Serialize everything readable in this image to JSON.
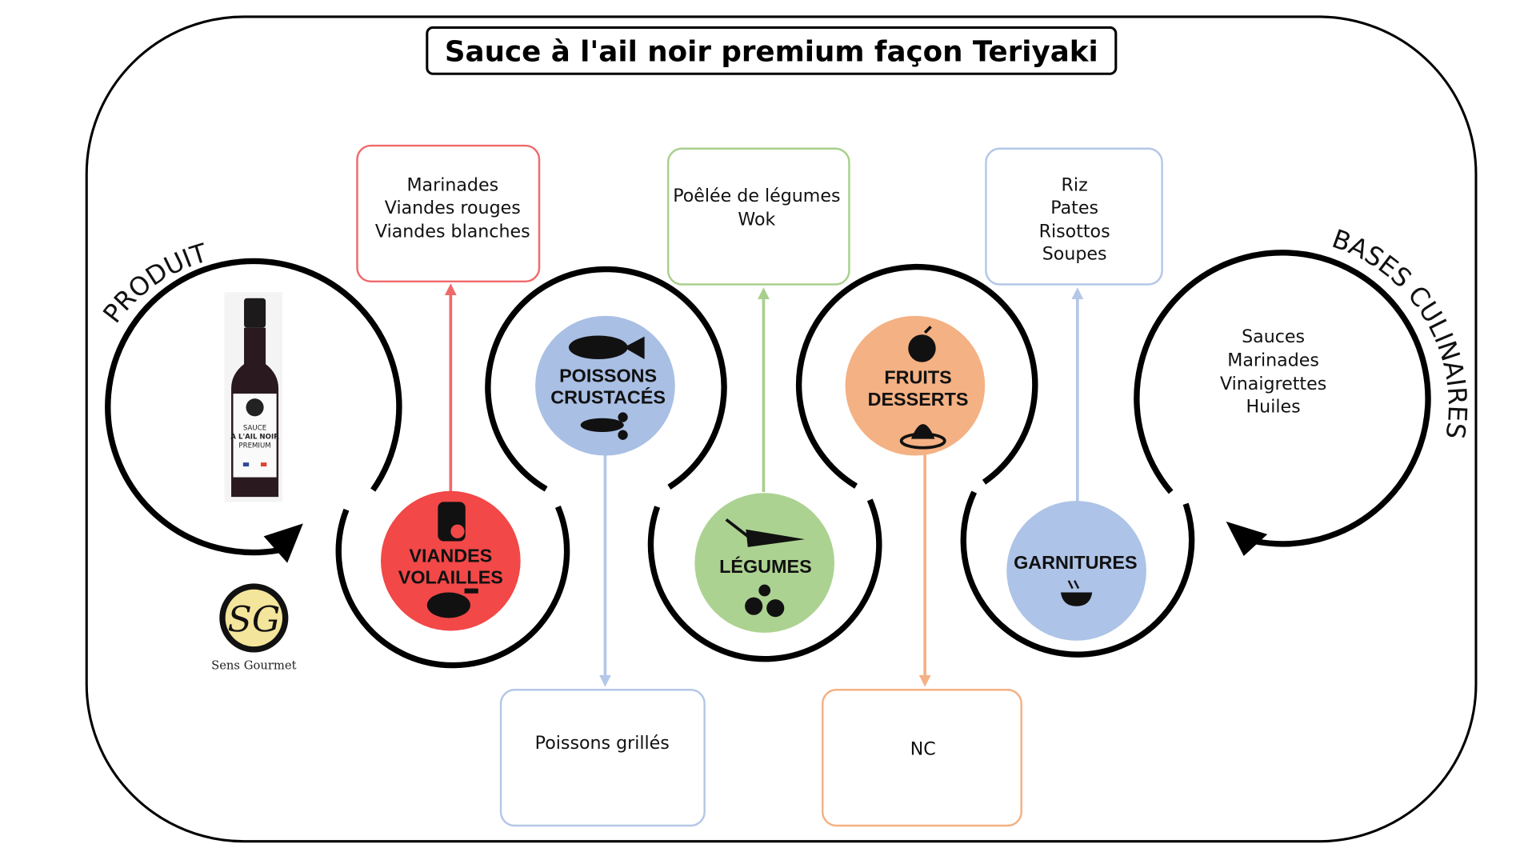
{
  "title": "Sauce à l'ail noir premium façon Teriyaki",
  "left_label": "PRODUIT",
  "right_label": "BASES CULINAIRES",
  "product": {
    "bottle_label": [
      "SAUCE",
      "À L'AIL NOIR",
      "PREMIUM"
    ],
    "brand": "Sens Gourmet",
    "brand_monogram": "SG"
  },
  "categories": [
    {
      "id": "viandes",
      "lines": [
        "VIANDES",
        "VOLAILLES"
      ],
      "color": "#f24848",
      "uses": [
        "Marinades",
        "Viandes rouges",
        "Viandes blanches"
      ],
      "icon": "meat-poultry-icon"
    },
    {
      "id": "poissons",
      "lines": [
        "POISSONS",
        "CRUSTACÉS"
      ],
      "color": "#a9bfe4",
      "uses": [
        "Poissons grillés"
      ],
      "icon": "fish-lobster-icon"
    },
    {
      "id": "legumes",
      "lines": [
        "LÉGUMES"
      ],
      "color": "#acd291",
      "uses": [
        "Poêlée de légumes",
        "Wok"
      ],
      "icon": "carrot-radish-icon"
    },
    {
      "id": "fruits",
      "lines": [
        "FRUITS",
        "DESSERTS"
      ],
      "color": "#f4b183",
      "uses": [
        "NC"
      ],
      "icon": "apple-pudding-icon"
    },
    {
      "id": "garnitures",
      "lines": [
        "GARNITURES"
      ],
      "color": "#adc3e7",
      "uses": [
        "Riz",
        "Pates",
        "Risottos",
        "Soupes"
      ],
      "icon": "bowl-icon"
    }
  ],
  "bases_culinaires": [
    "Sauces",
    "Marinades",
    "Vinaigrettes",
    "Huiles"
  ],
  "colors": {
    "red": "#f06a6a",
    "green": "#a8d08d",
    "blue": "#b4c7e7",
    "orange": "#f4b183"
  }
}
